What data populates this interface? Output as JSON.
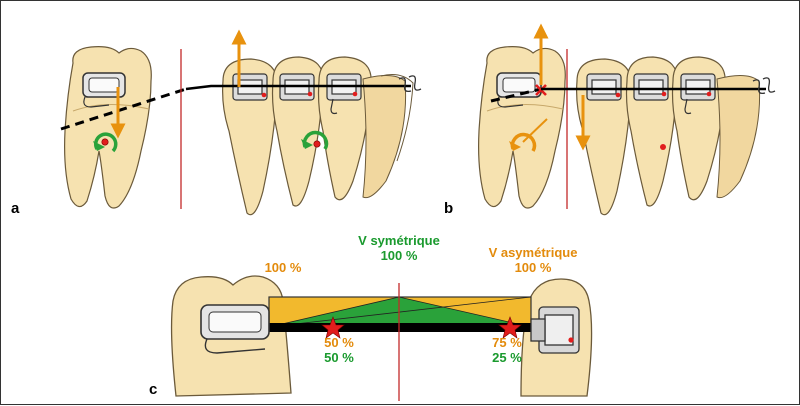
{
  "panels": {
    "a": "a",
    "b": "b",
    "c": "c"
  },
  "labels": {
    "v_sym_title": "V symétrique",
    "v_sym_value": "100 %",
    "v_asym_title": "V asymétrique",
    "v_asym_value": "100 %",
    "left_top_value": "100 %",
    "left_bottom_orange": "50 %",
    "left_bottom_green": "50 %",
    "right_bottom_orange": "75 %",
    "right_bottom_green": "25 %"
  },
  "colors": {
    "tooth": "#f6e2b0",
    "tooth_outline": "#6b5a3a",
    "orange": "#e8920e",
    "green": "#2aa23a",
    "red": "#e11d1d",
    "wire": "#000000",
    "yellow_fill": "#f2b92d"
  },
  "icons": [
    "arrow-up-icon",
    "arrow-down-icon",
    "rotation-green-icon",
    "rotation-orange-icon",
    "star-icon",
    "cross-icon"
  ]
}
